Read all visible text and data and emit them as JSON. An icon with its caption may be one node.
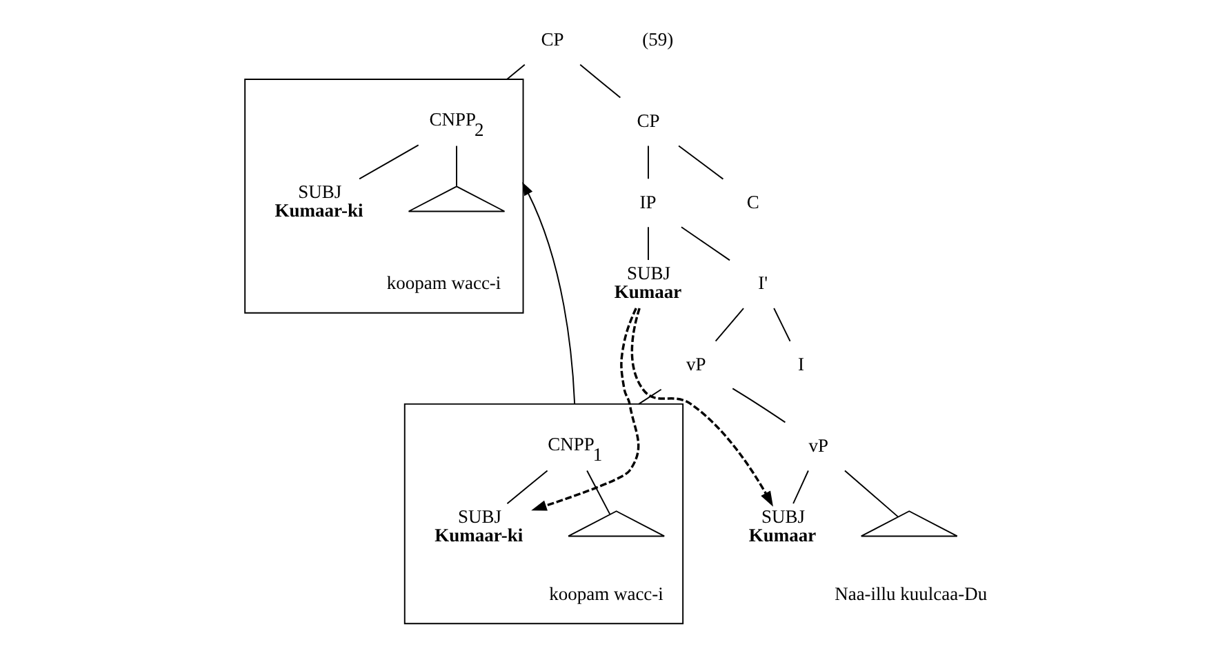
{
  "diagram": {
    "nodes": [
      {
        "text": [
          "CP"
        ]
      },
      {
        "text": [],
        "shape": "box"
      },
      {
        "text": [
          "CNPP$_{2}$"
        ],
        "in": 1
      },
      {
        "text": [
          "SUBJ",
          "**Kumaar-ki**"
        ],
        "in": 1
      },
      {
        "text": [],
        "shape": "triangle",
        "in": 1,
        "beside": [
          "koopam wacc-i"
        ]
      },
      {
        "text": [
          "CP"
        ]
      },
      {
        "text": [
          "IP"
        ]
      },
      {
        "text": [
          "C"
        ]
      },
      {
        "text": [
          "SUBJ",
          "**Kumaar**"
        ]
      },
      {
        "text": [
          "I'"
        ]
      },
      {
        "text": [
          "vP"
        ]
      },
      {
        "text": [
          "I"
        ]
      },
      {
        "text": [],
        "shape": "box"
      },
      {
        "text": [
          "CNPP$_{1}$"
        ],
        "in": 12
      },
      {
        "text": [
          "SUBJ",
          "**Kumaar-ki**"
        ],
        "in": 12
      },
      {
        "text": [],
        "shape": "triangle",
        "in": 12,
        "beside": [
          "koopam wacc-i"
        ]
      },
      {
        "text": [
          "vP"
        ]
      },
      {
        "text": [
          "SUBJ",
          "**Kumaar**"
        ]
      },
      {
        "text": [],
        "shape": "triangle",
        "beside": [
          "Naa-illu kuulcaa-Du"
        ]
      }
    ],
    "edges": [
      {
        "from": 0,
        "to": 1,
        "arrow": "none"
      },
      {
        "from": 0,
        "to": 5,
        "arrow": "none"
      },
      {
        "from": 2,
        "to": 3,
        "arrow": "none"
      },
      {
        "from": 2,
        "to": 4,
        "arrow": "none"
      },
      {
        "from": 5,
        "to": 6,
        "arrow": "none"
      },
      {
        "from": 5,
        "to": 7,
        "arrow": "none"
      },
      {
        "from": 6,
        "to": 8,
        "arrow": "none"
      },
      {
        "from": 6,
        "to": 9,
        "arrow": "none"
      },
      {
        "from": 9,
        "to": 10,
        "arrow": "none"
      },
      {
        "from": 9,
        "to": 11,
        "arrow": "none"
      },
      {
        "from": 10,
        "to": 12,
        "arrow": "none"
      },
      {
        "from": 10,
        "to": 16,
        "arrow": "none"
      },
      {
        "from": 13,
        "to": 14,
        "arrow": "none"
      },
      {
        "from": 13,
        "to": 15,
        "arrow": "none"
      },
      {
        "from": 16,
        "to": 17,
        "arrow": "none"
      },
      {
        "from": 16,
        "to": 18,
        "arrow": "none"
      },
      {
        "from": 8,
        "to": 14,
        "arrow": "to",
        "style": "dashed"
      },
      {
        "from": 8,
        "to": 17,
        "arrow": "to",
        "style": "dashed"
      },
      {
        "from": 12,
        "to": 1,
        "arrow": "to"
      }
    ],
    "labels": [
      "(59)"
    ]
  }
}
